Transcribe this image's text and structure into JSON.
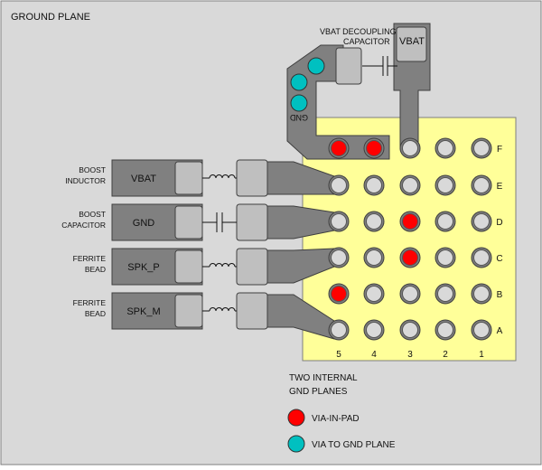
{
  "title": "GROUND PLANE",
  "colors": {
    "plane": "#d9d9d9",
    "board": "#ffff99",
    "trace": "#808080",
    "pad": "#bfbfbf",
    "via_in_pad": "#ff0000",
    "via_gnd": "#00c0c0"
  },
  "decoupling": {
    "label_line1": "VBAT DECOUPLING",
    "label_line2": "CAPACITOR",
    "pad_label": "VBAT",
    "gnd_label": "GND"
  },
  "components": [
    {
      "label_lines": [
        "BOOST",
        "INDUCTOR"
      ],
      "pad_label": "VBAT",
      "symbol": "inductor"
    },
    {
      "label_lines": [
        "BOOST",
        "CAPACITOR"
      ],
      "pad_label": "GND",
      "symbol": "capacitor"
    },
    {
      "label_lines": [
        "FERRITE",
        "BEAD"
      ],
      "pad_label": "SPK_P",
      "symbol": "inductor"
    },
    {
      "label_lines": [
        "FERRITE",
        "BEAD"
      ],
      "pad_label": "SPK_M",
      "symbol": "inductor"
    }
  ],
  "grid": {
    "columns": [
      "5",
      "4",
      "3",
      "2",
      "1"
    ],
    "rows": [
      "F",
      "E",
      "D",
      "C",
      "B",
      "A"
    ],
    "via_in_pad": [
      "F5",
      "F4",
      "D3",
      "C3",
      "B5"
    ]
  },
  "legend": {
    "caption_line1": "TWO INTERNAL",
    "caption_line2": "GND PLANES",
    "via_in_pad": "VIA-IN-PAD",
    "via_gnd": "VIA TO GND PLANE"
  }
}
